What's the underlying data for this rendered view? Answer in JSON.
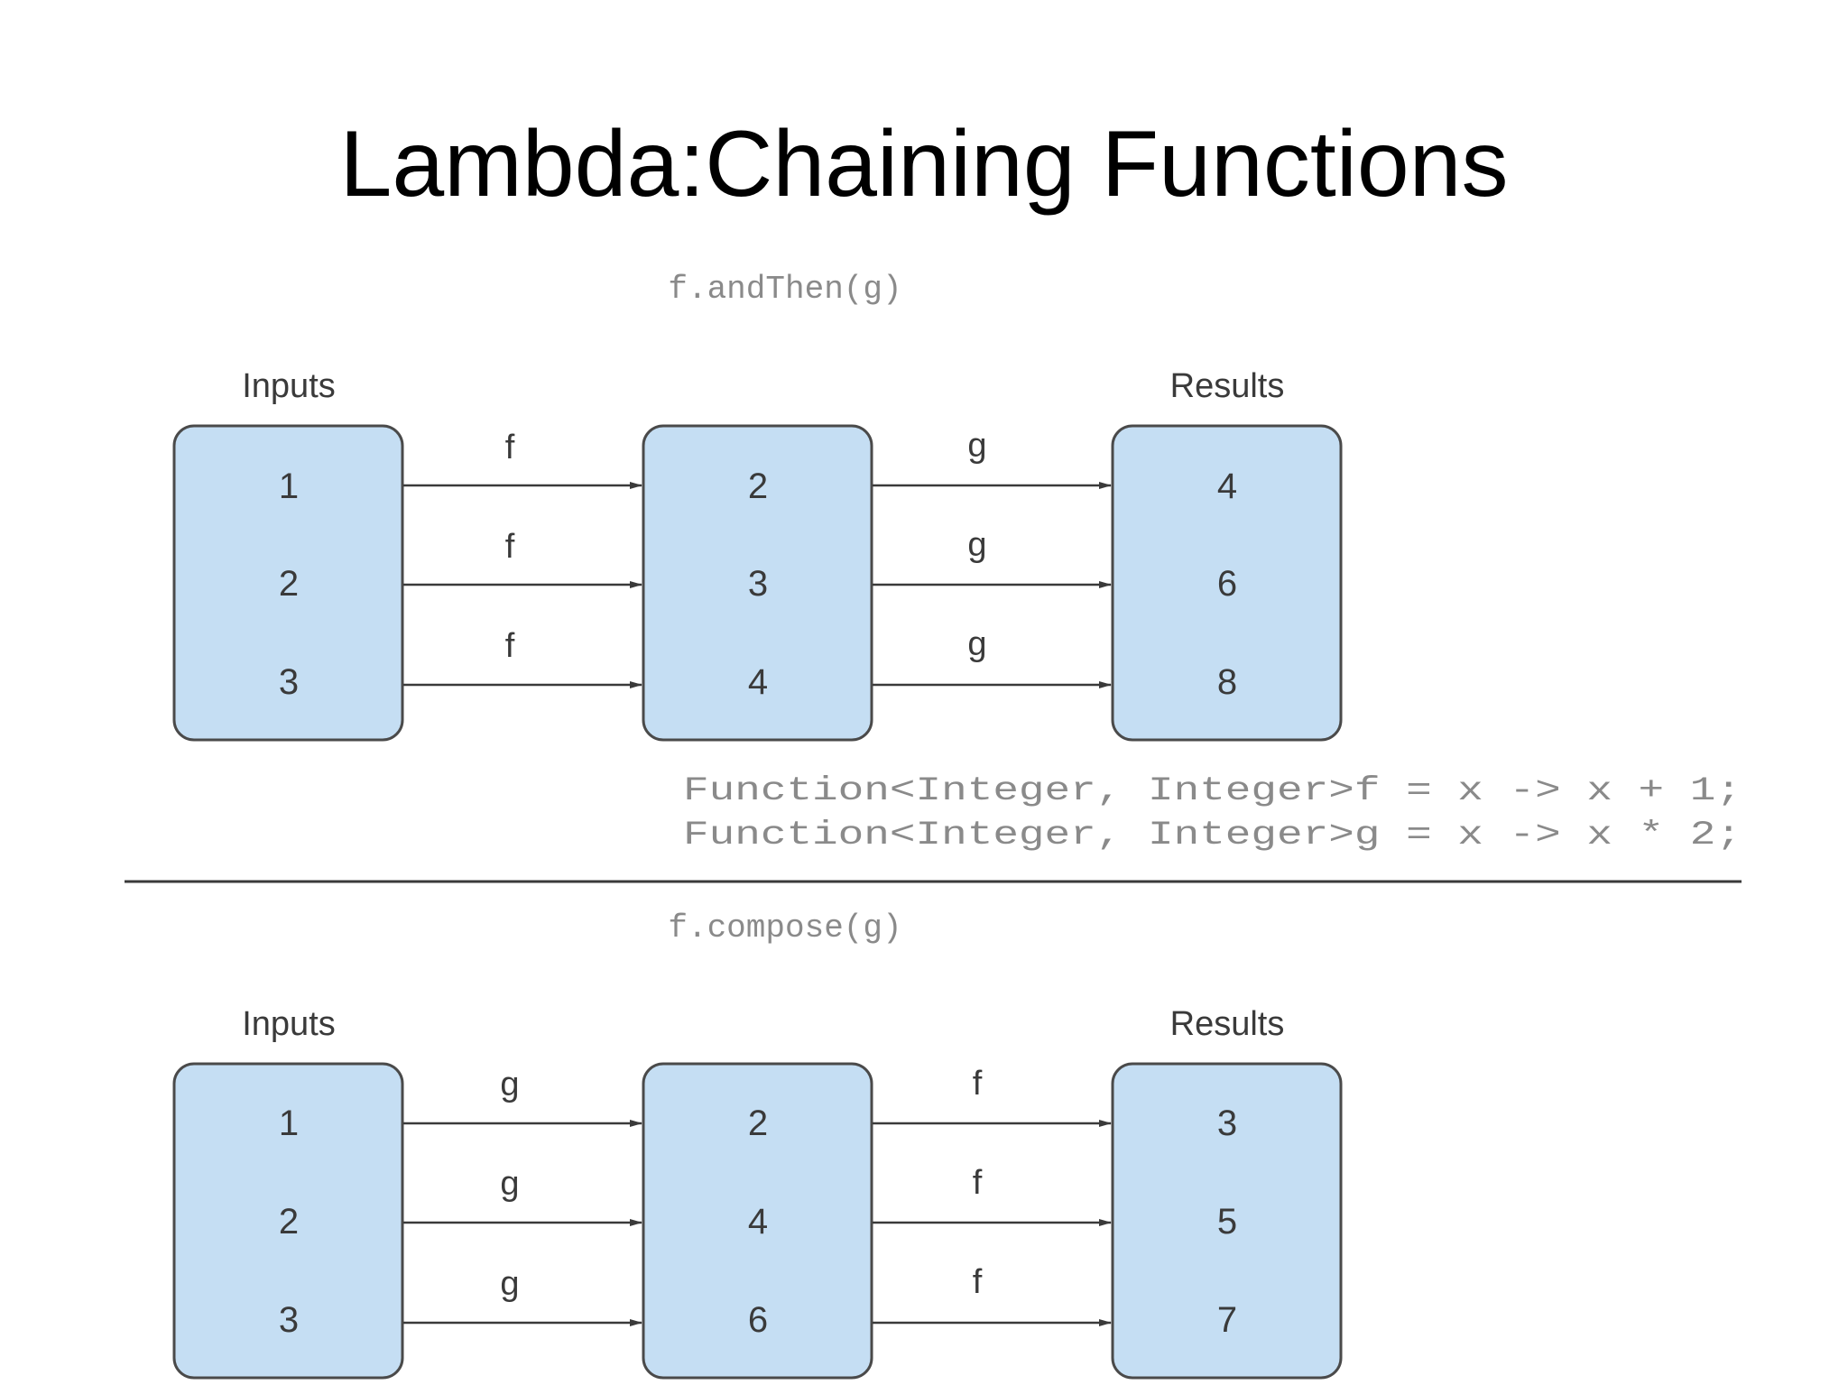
{
  "title": "Lambda:Chaining Functions",
  "colors": {
    "box_fill": "#c5def3",
    "box_stroke": "#4a4a4a",
    "arrow": "#3a3a3a",
    "code": "#8a8a8a"
  },
  "top": {
    "expression": "f.andThen(g)",
    "inputs_label": "Inputs",
    "results_label": "Results",
    "inputs": [
      "1",
      "2",
      "3"
    ],
    "middle": [
      "2",
      "3",
      "4"
    ],
    "results": [
      "4",
      "6",
      "8"
    ],
    "first_fn": "f",
    "second_fn": "g"
  },
  "code_lines": [
    "Function<Integer, Integer>f = x -> x + 1;",
    "Function<Integer, Integer>g = x -> x * 2;"
  ],
  "bottom": {
    "expression": "f.compose(g)",
    "inputs_label": "Inputs",
    "results_label": "Results",
    "inputs": [
      "1",
      "2",
      "3"
    ],
    "middle": [
      "2",
      "4",
      "6"
    ],
    "results": [
      "3",
      "5",
      "7"
    ],
    "first_fn": "g",
    "second_fn": "f"
  }
}
